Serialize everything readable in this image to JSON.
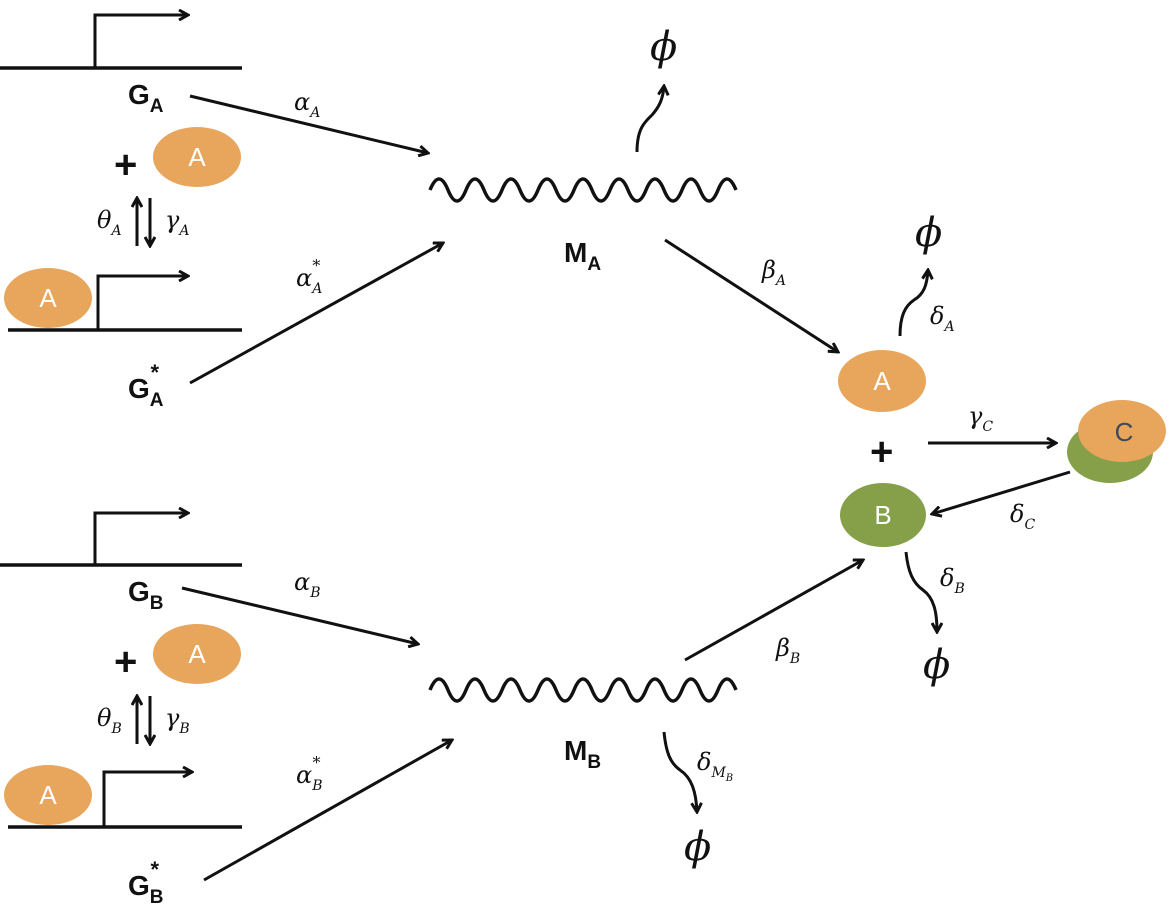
{
  "colors": {
    "protein_a": "#e8a55c",
    "protein_b": "#86a04a",
    "ink": "#111111"
  },
  "genes": {
    "ga": {
      "main": "G",
      "sub": "A"
    },
    "ga_star": {
      "main": "G",
      "sub": "A",
      "sup": "*"
    },
    "gb": {
      "main": "G",
      "sub": "B"
    },
    "gb_star": {
      "main": "G",
      "sub": "B",
      "sup": "*"
    }
  },
  "mrna": {
    "ma": {
      "main": "M",
      "sub": "A"
    },
    "mb": {
      "main": "M",
      "sub": "B"
    }
  },
  "proteins": {
    "a_label": "A",
    "b_label": "B",
    "c_label": "C"
  },
  "plus": "+",
  "degradation_symbol": "ϕ",
  "rates": {
    "alpha_a": {
      "sym": "α",
      "sub": "A"
    },
    "alpha_a_star": {
      "sym": "α",
      "sub": "A",
      "sup": "*"
    },
    "alpha_b": {
      "sym": "α",
      "sub": "B"
    },
    "alpha_b_star": {
      "sym": "α",
      "sub": "B",
      "sup": "*"
    },
    "theta_a": {
      "sym": "θ",
      "sub": "A"
    },
    "gamma_a": {
      "sym": "γ",
      "sub": "A"
    },
    "theta_b": {
      "sym": "θ",
      "sub": "B"
    },
    "gamma_b": {
      "sym": "γ",
      "sub": "B"
    },
    "beta_a": {
      "sym": "β",
      "sub": "A"
    },
    "beta_b": {
      "sym": "β",
      "sub": "B"
    },
    "delta_a": {
      "sym": "δ",
      "sub": "A"
    },
    "delta_b": {
      "sym": "δ",
      "sub": "B"
    },
    "delta_c": {
      "sym": "δ",
      "sub": "C"
    },
    "gamma_c": {
      "sym": "γ",
      "sub": "C"
    },
    "delta_mb": {
      "sym": "δ",
      "sub": "M",
      "subsub": "B"
    }
  }
}
